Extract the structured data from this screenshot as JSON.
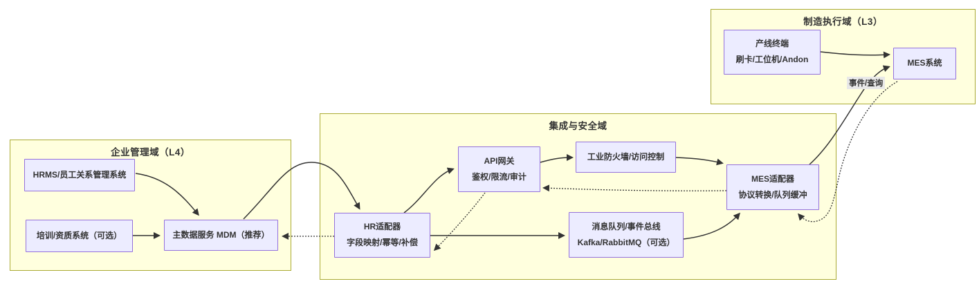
{
  "colors": {
    "canvas_bg": "#ffffff",
    "container_fill": "#ffffde",
    "container_border": "#aaaa33",
    "node_fill": "#ececff",
    "node_border": "#9370db",
    "edge_color": "#333333",
    "edge_label_bg": "#e8e8e8",
    "text_color": "#333333"
  },
  "containers": {
    "l3": {
      "title": "制造执行域（L3）"
    },
    "l4": {
      "title": "企业管理域（L4）"
    },
    "integration": {
      "title": "集成与安全域"
    }
  },
  "nodes": {
    "terminal": {
      "line1": "产线终端",
      "line2": "刷卡/工位机/Andon"
    },
    "mes": {
      "line1": "MES系统"
    },
    "hrms": {
      "line1": "HRMS/员工关系管理系统"
    },
    "training": {
      "line1": "培训/资质系统（可选）"
    },
    "mdm": {
      "line1": "主数据服务 MDM（推荐）"
    },
    "api_gateway": {
      "line1": "API网关",
      "line2": "鉴权/限流/审计"
    },
    "firewall": {
      "line1": "工业防火墙/访问控制"
    },
    "hr_adapter": {
      "line1": "HR适配器",
      "line2": "字段映射/幂等/补偿"
    },
    "mq": {
      "line1": "消息队列/事件总线",
      "line2": "Kafka/RabbitMQ（可选）"
    },
    "mes_adapter": {
      "line1": "MES适配器",
      "line2": "协议转换/队列缓冲"
    }
  },
  "edges": {
    "event_query_label": "事件/查询",
    "connections": [
      {
        "from": "hrms",
        "to": "mdm",
        "style": "solid"
      },
      {
        "from": "training",
        "to": "mdm",
        "style": "solid"
      },
      {
        "from": "mdm",
        "to": "hr_adapter",
        "style": "solid"
      },
      {
        "from": "hr_adapter",
        "to": "api_gateway",
        "style": "solid"
      },
      {
        "from": "api_gateway",
        "to": "firewall",
        "style": "solid"
      },
      {
        "from": "firewall",
        "to": "mes_adapter",
        "style": "solid"
      },
      {
        "from": "hr_adapter",
        "to": "mq",
        "style": "solid"
      },
      {
        "from": "mq",
        "to": "mes_adapter",
        "style": "solid"
      },
      {
        "from": "mes_adapter",
        "to": "mes",
        "style": "solid",
        "label": "事件/查询"
      },
      {
        "from": "terminal",
        "to": "mes",
        "style": "solid"
      },
      {
        "from": "mes",
        "to": "mes_adapter",
        "style": "dotted"
      },
      {
        "from": "mes_adapter",
        "to": "api_gateway",
        "style": "dotted"
      },
      {
        "from": "api_gateway",
        "to": "hr_adapter",
        "style": "dotted"
      },
      {
        "from": "hr_adapter",
        "to": "mdm",
        "style": "dotted"
      }
    ]
  }
}
